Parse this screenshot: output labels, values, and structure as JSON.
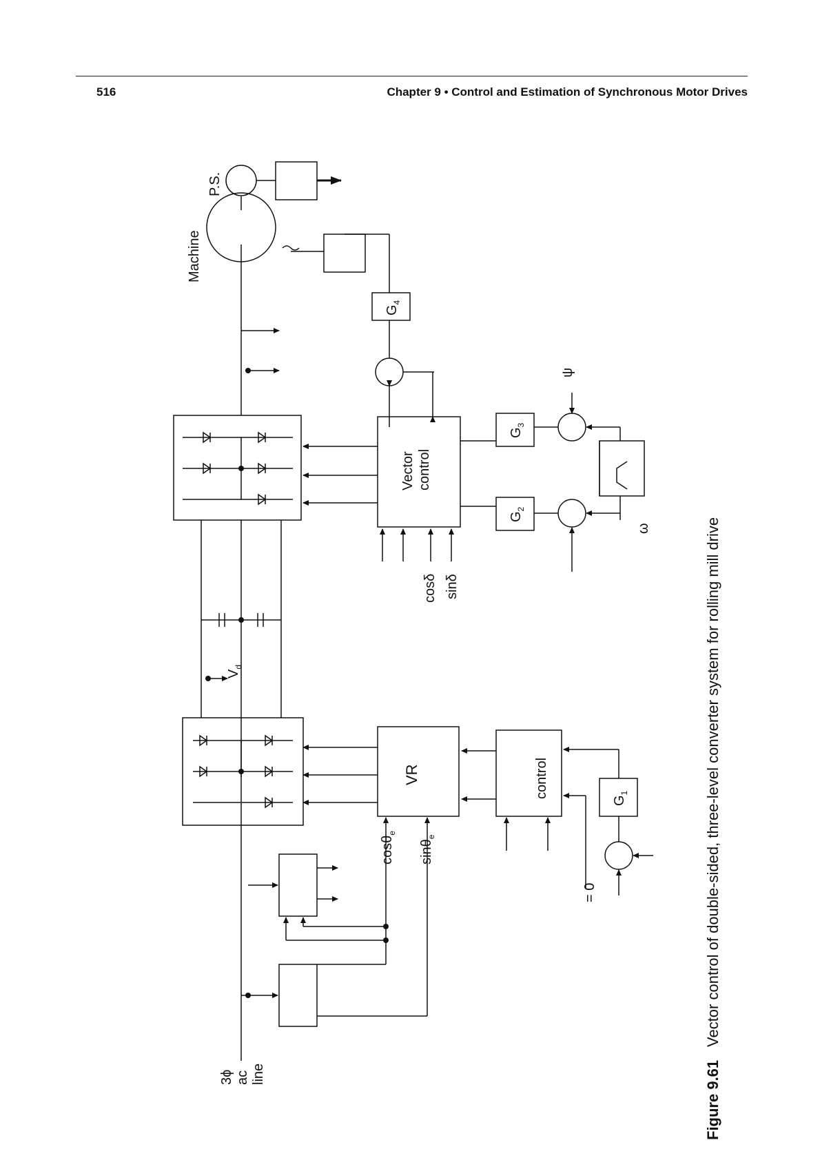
{
  "header": {
    "page_number": "516",
    "running_title": "Chapter 9 • Control and Estimation of Synchronous Motor Drives"
  },
  "figure": {
    "caption_label": "Figure 9.61",
    "caption_text": "Vector control of double-sided, three-level converter system for rolling mill drive",
    "labels": {
      "line_3phi": "3ϕ",
      "line_ac": "ac",
      "line_line": "line",
      "machine": "Machine",
      "ps": "P.S.",
      "vd": "V",
      "vd_sub": "d",
      "vr": "VR",
      "vector": "Vector",
      "control": "control",
      "ipiq_control": "control",
      "g1": "G",
      "g1_sub": "1",
      "g2": "G",
      "g2_sub": "2",
      "g3": "G",
      "g3_sub": "3",
      "g4": "G",
      "g4_sub": "4",
      "cos_theta": "cosθ",
      "sin_theta": "sinθ",
      "theta_sub": "e",
      "cos_delta": "cosδ",
      "sin_delta": "sinδ",
      "omega_r": "ω",
      "psi_s": "ψ",
      "iq_zero": "= 0"
    }
  }
}
